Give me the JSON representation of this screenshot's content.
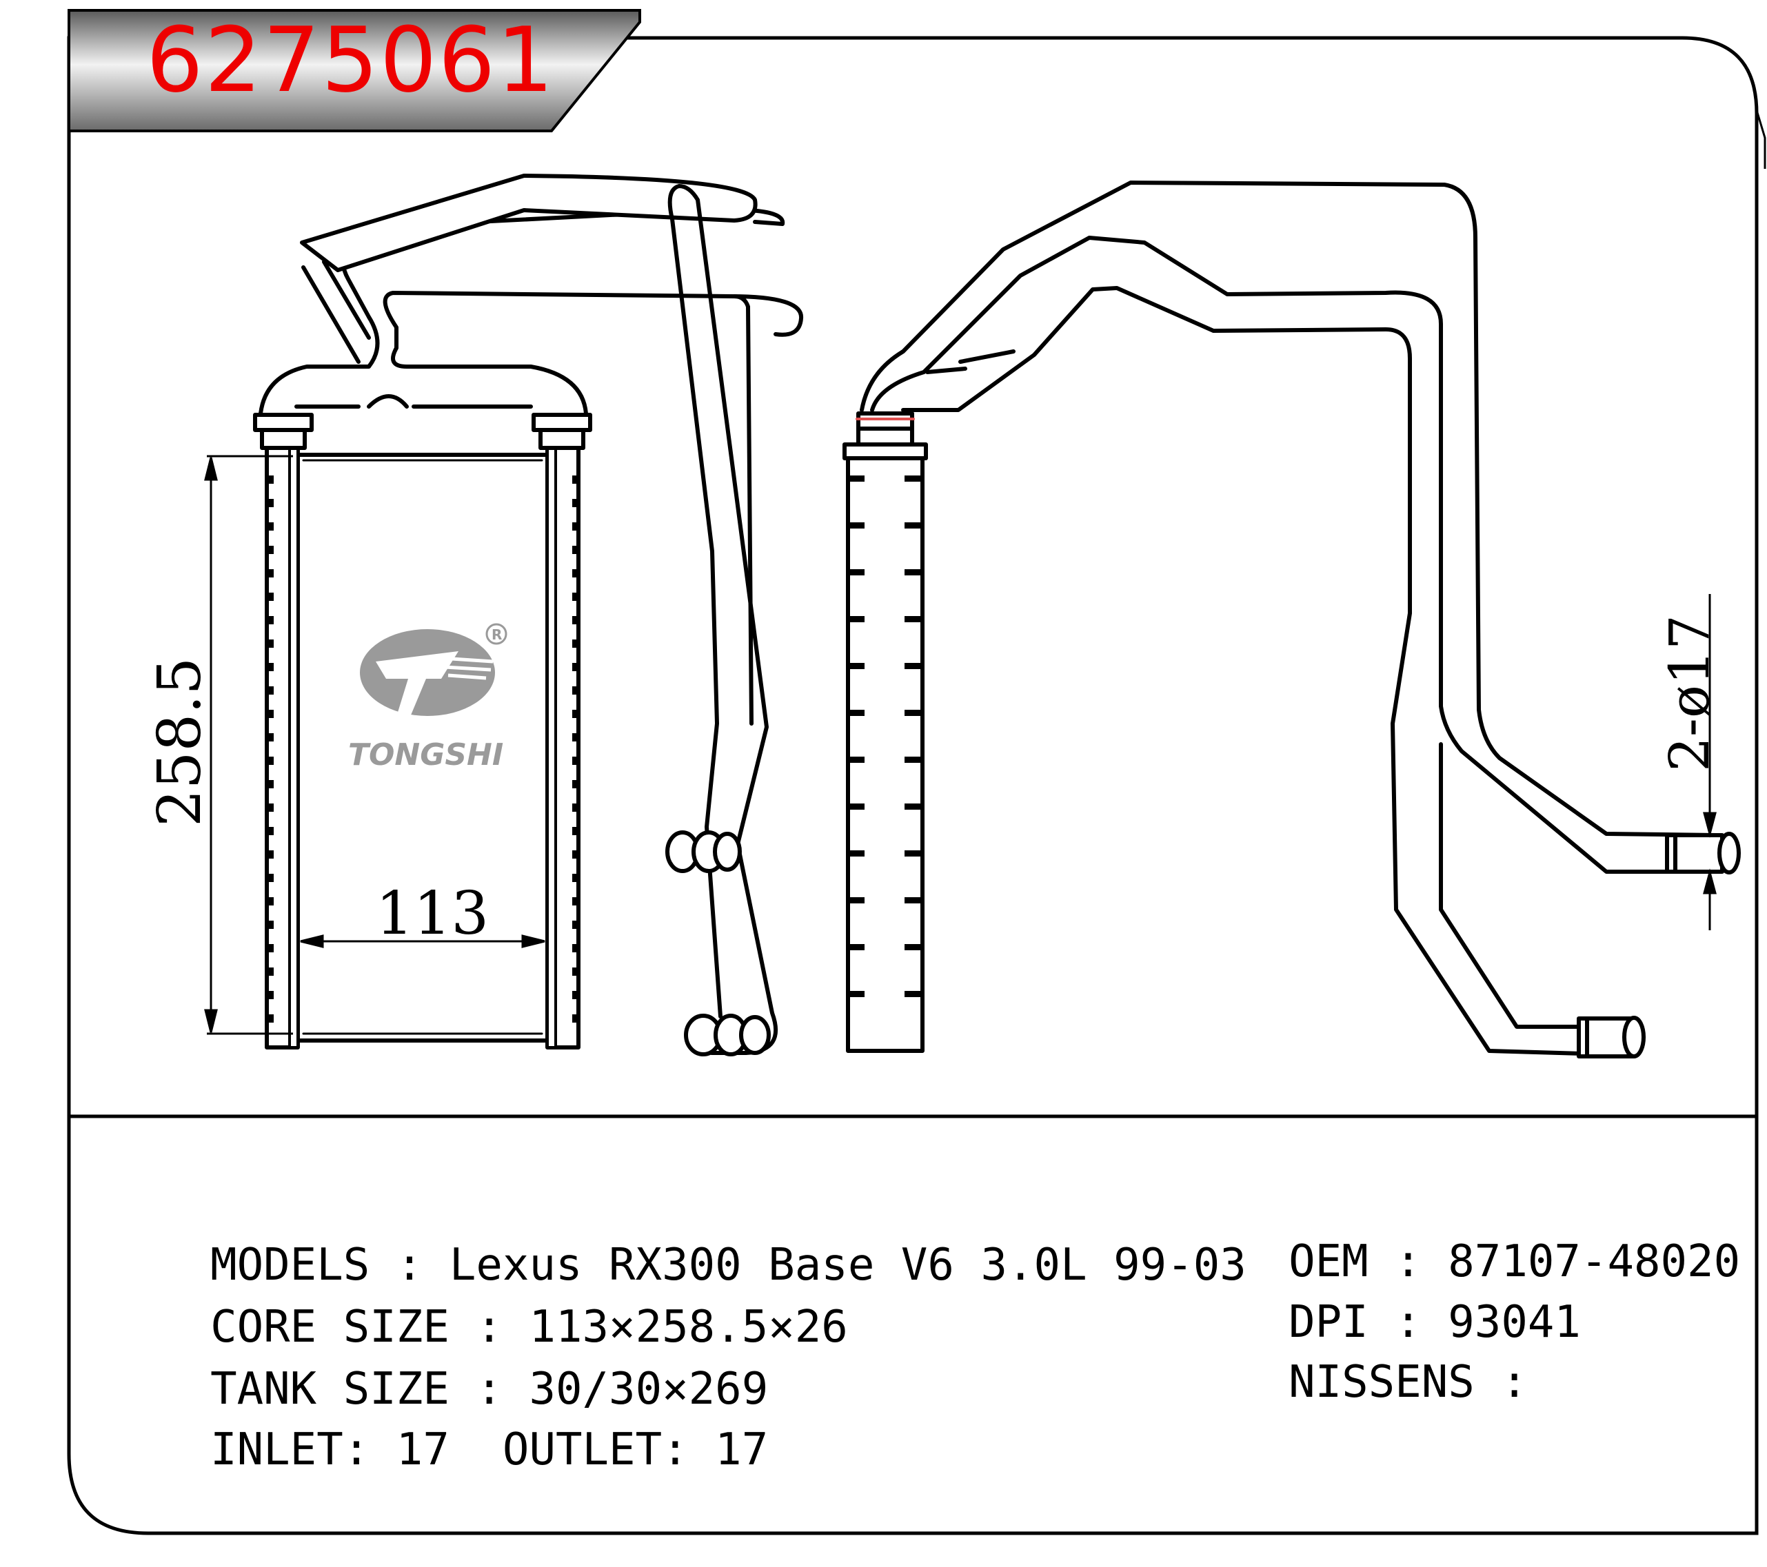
{
  "header": {
    "part_number": "6275061"
  },
  "drawing": {
    "dim_height": "258.5",
    "dim_width": "113",
    "dim_tube": "2-ø17",
    "logo": {
      "name": "TONGSHI",
      "registered_mark": "®"
    }
  },
  "specs": {
    "models": {
      "label": "MODELS",
      "sep": " : ",
      "value": "Lexus RX300 Base V6 3.0L 99-03"
    },
    "core_size": {
      "label": "CORE SIZE",
      "sep": " : ",
      "value": "113×258.5×26"
    },
    "tank_size": {
      "label": "TANK SIZE",
      "sep": " : ",
      "value": "30/30×269"
    },
    "inlet": {
      "label": "INLET",
      "sep": ": ",
      "value": "17"
    },
    "outlet": {
      "label": "OUTLET",
      "sep": ": ",
      "value": "17"
    },
    "oem": {
      "label": "OEM",
      "sep": " : ",
      "value": "87107-48020"
    },
    "dpi": {
      "label": "DPI",
      "sep": " : ",
      "value": "93041"
    },
    "nissens": {
      "label": "NISSENS",
      "sep": " : ",
      "value": ""
    }
  },
  "colors": {
    "part_number": "#ee0000",
    "header_bar": "#8a8a8a",
    "logo": "#9a9a9a",
    "outline": "#000000"
  }
}
